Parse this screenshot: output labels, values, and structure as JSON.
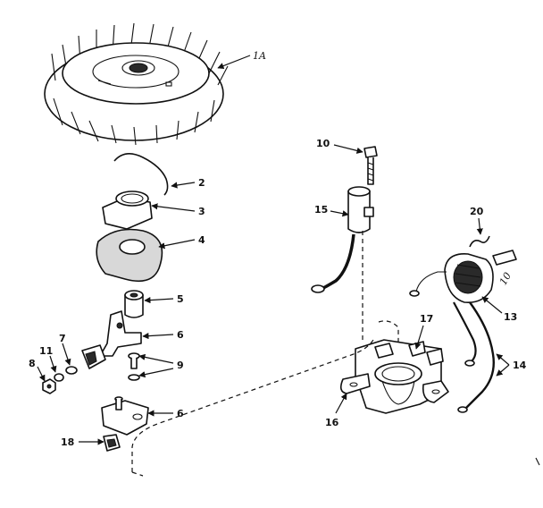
{
  "labels": {
    "l1a": "1A",
    "l2": "2",
    "l3": "3",
    "l4": "4",
    "l5": "5",
    "l6a": "6",
    "l6b": "6",
    "l7": "7",
    "l8": "8",
    "l9": "9",
    "l10a": "10",
    "l10b": "10",
    "l11": "11",
    "l13": "13",
    "l14": "14",
    "l15": "15",
    "l16": "16",
    "l17": "17",
    "l18": "18",
    "l20": "20"
  }
}
